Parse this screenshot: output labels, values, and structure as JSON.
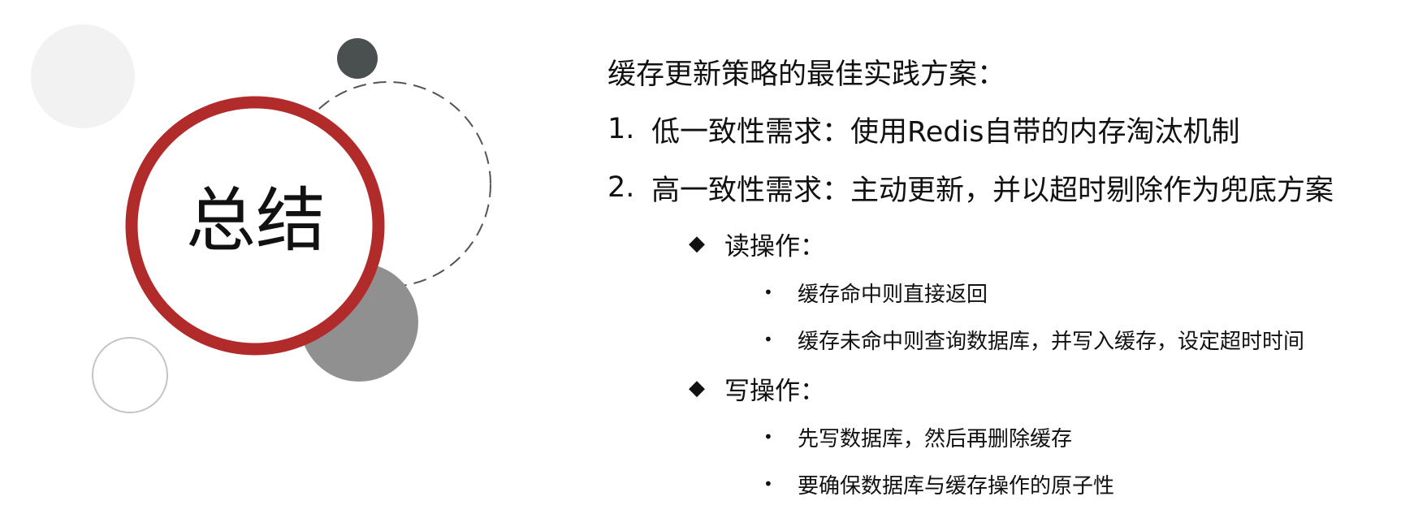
{
  "slide": {
    "title": "总结",
    "heading": "缓存更新策略的最佳实践方案：",
    "numbered": [
      {
        "num": "1.",
        "text": "低一致性需求：使用Redis自带的内存淘汰机制"
      },
      {
        "num": "2.",
        "text": "高一致性需求：主动更新，并以超时剔除作为兜底方案"
      }
    ],
    "sections": [
      {
        "mark": "◆",
        "label": "读操作：",
        "bullets": [
          {
            "mark": "•",
            "text": "缓存命中则直接返回"
          },
          {
            "mark": "•",
            "text": "缓存未命中则查询数据库，并写入缓存，设定超时时间"
          }
        ]
      },
      {
        "mark": "◆",
        "label": "写操作：",
        "bullets": [
          {
            "mark": "•",
            "text": "先写数据库，然后再删除缓存"
          },
          {
            "mark": "•",
            "text": "要确保数据库与缓存操作的原子性"
          }
        ]
      }
    ]
  },
  "colors": {
    "accent_red": "#b22b2b",
    "dark_gray": "#4a4f50",
    "mid_gray": "#909090",
    "light_gray": "#f2f2f2"
  }
}
